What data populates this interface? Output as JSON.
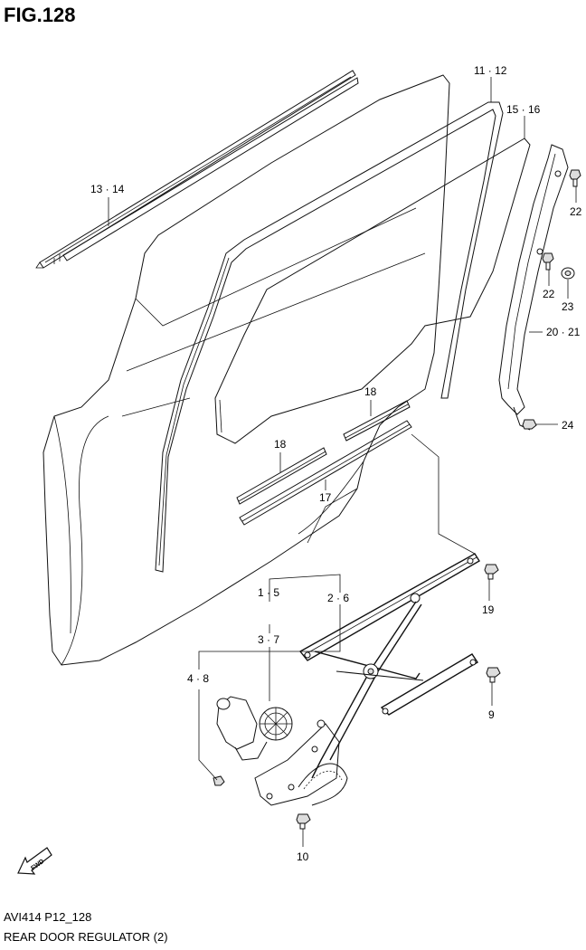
{
  "figure": {
    "title": "FIG.128",
    "code": "AVI414 P12_128",
    "name": "REAR DOOR REGULATOR (2)"
  },
  "callouts": [
    {
      "id": "c-11-12",
      "label": "11 · 12"
    },
    {
      "id": "c-15-16",
      "label": "15 · 16"
    },
    {
      "id": "c-13-14",
      "label": "13 · 14"
    },
    {
      "id": "c-22a",
      "label": "22"
    },
    {
      "id": "c-22b",
      "label": "22"
    },
    {
      "id": "c-23",
      "label": "23"
    },
    {
      "id": "c-20-21",
      "label": "20 · 21"
    },
    {
      "id": "c-18a",
      "label": "18"
    },
    {
      "id": "c-24",
      "label": "24"
    },
    {
      "id": "c-18b",
      "label": "18"
    },
    {
      "id": "c-17",
      "label": "17"
    },
    {
      "id": "c-19",
      "label": "19"
    },
    {
      "id": "c-1-5",
      "label": "1 · 5"
    },
    {
      "id": "c-2-6",
      "label": "2 · 6"
    },
    {
      "id": "c-3-7",
      "label": "3 · 7"
    },
    {
      "id": "c-4-8",
      "label": "4 · 8"
    },
    {
      "id": "c-9",
      "label": "9"
    },
    {
      "id": "c-10",
      "label": "10"
    }
  ],
  "fwd_label": "FWD"
}
